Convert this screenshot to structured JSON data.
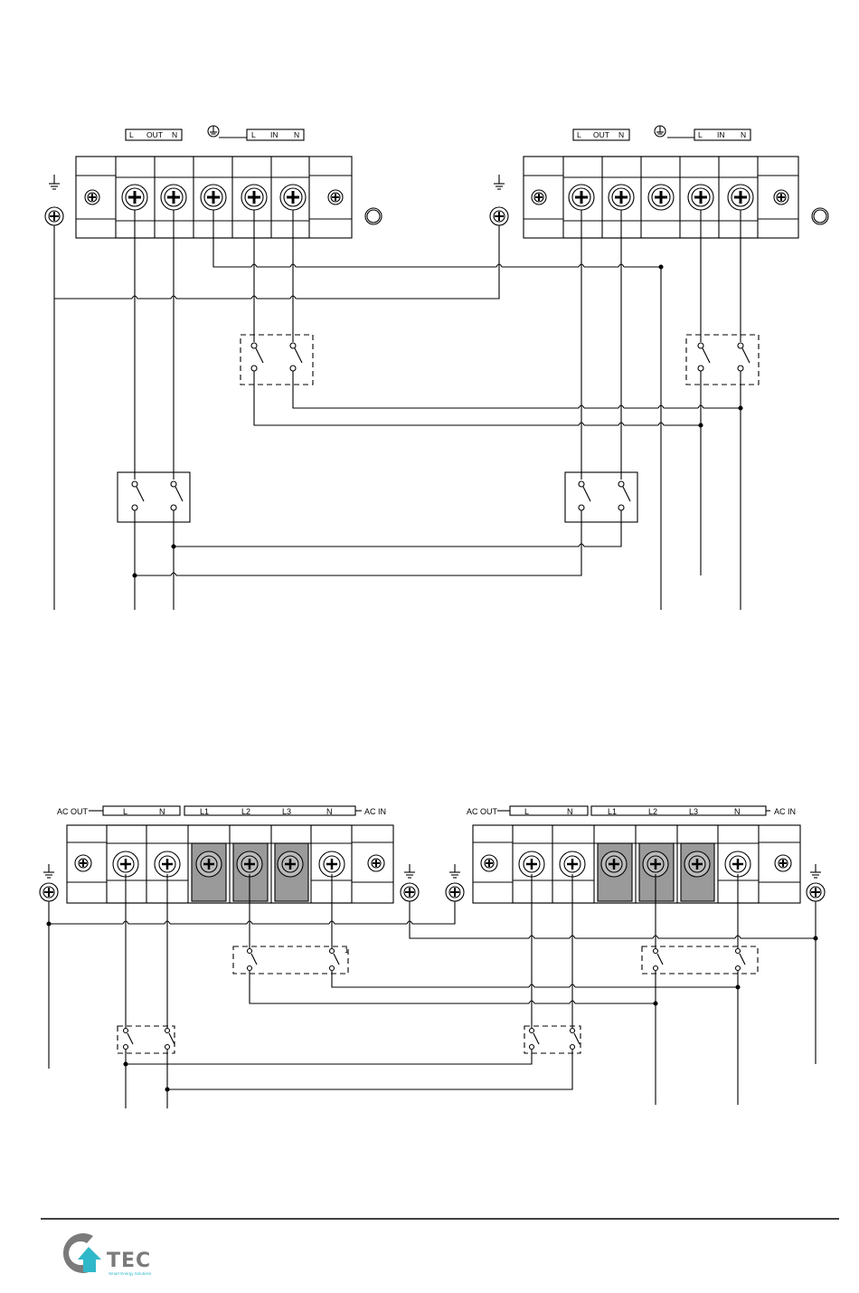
{
  "diagram_top": {
    "unit_labels": {
      "out_left": "L",
      "out_mid": "OUT",
      "out_right": "N",
      "in_left": "L",
      "in_mid": "IN",
      "in_right": "N"
    }
  },
  "diagram_bottom": {
    "ac_out": "AC OUT",
    "ac_in": "AC IN",
    "terminals": [
      "L",
      "N",
      "L1",
      "L2",
      "L3",
      "N"
    ],
    "switch_marker": "1"
  },
  "footer": {
    "brand": "TEC",
    "tagline": "Smart Energy Solutions"
  },
  "colors": {
    "line": "#000000",
    "terminal_shaded": "#9a9a9a",
    "logo_gray": "#7a7a7a",
    "logo_teal": "#2fb8c9"
  }
}
